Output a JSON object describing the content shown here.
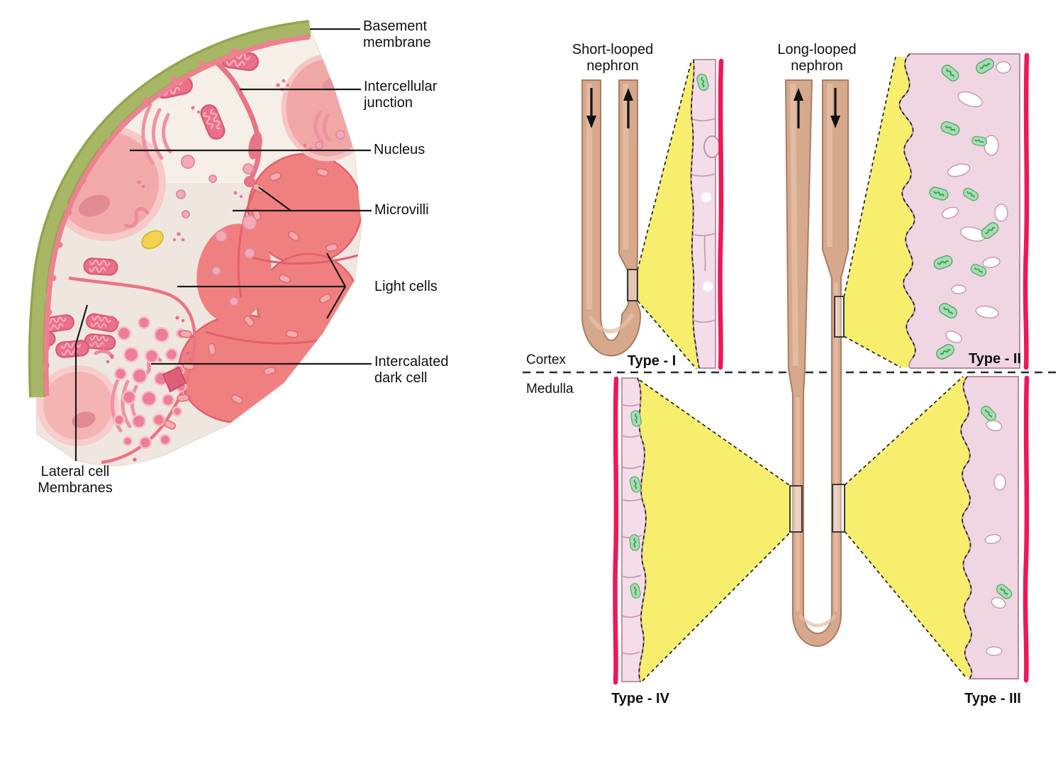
{
  "figure_type": "biology-diagram",
  "cell_panel": {
    "description": "Collecting duct epithelium cell illustration",
    "labels": {
      "basement_membrane": [
        "Basement",
        "membrane"
      ],
      "intercellular_junction": [
        "Intercellular",
        "junction"
      ],
      "nucleus": "Nucleus",
      "microvilli": "Microvilli",
      "light_cells": "Light cells",
      "intercalated_dark_cell": [
        "Intercalated",
        "dark cell"
      ],
      "lateral_cell_membranes": [
        "Lateral cell",
        "Membranes"
      ]
    }
  },
  "nephron_panel": {
    "description": "Short- and long-looped nephrons with thin limb epithelium types",
    "short_looped": [
      "Short-looped",
      "nephron"
    ],
    "long_looped": [
      "Long-looped",
      "nephron"
    ],
    "cortex": "Cortex",
    "medulla": "Medulla",
    "type_i": "Type - I",
    "type_ii": "Type - II",
    "type_iii": "Type - III",
    "type_iv": "Type - IV"
  },
  "colors": {
    "basement_membrane_green": "#a7b765",
    "cell_rim_pink": "#ee8191",
    "cytoplasm_cream": "#f5efe8",
    "light_cell_salmon": "#f0807f",
    "nucleus_pink": "#f2aaa9",
    "organelle_pink": "#ea7089",
    "tubule_tan": "#d6a88c",
    "lumen_yellow": "#f8ee6e",
    "epithelium_pink": "#f3dbe6",
    "mitochondria_green": "#a8dcb2",
    "capillary_red": "#ee1757",
    "label_text": "#111111"
  }
}
